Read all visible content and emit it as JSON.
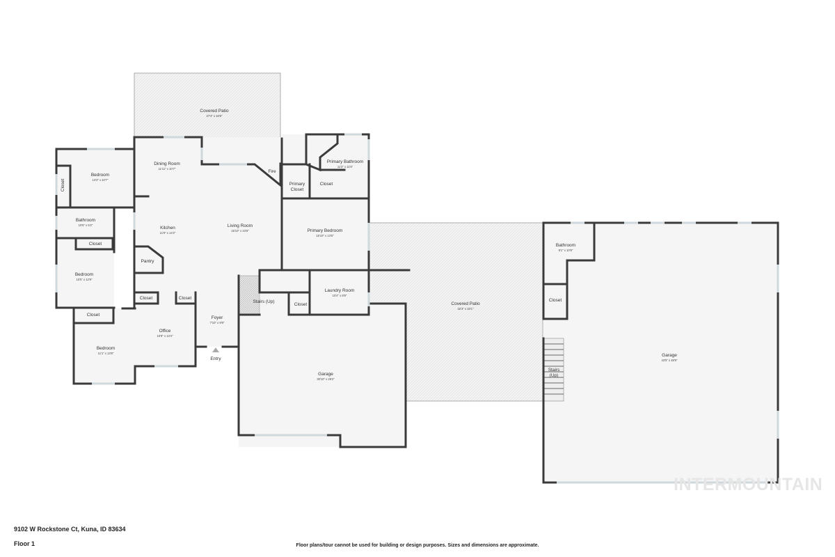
{
  "address": "9102 W Rockstone Ct, Kuna, ID 83634",
  "floor_label": "Floor 1",
  "disclaimer": "Floor plans/tour cannot be used for building or design purposes. Sizes and dimensions are approximate.",
  "watermark": "INTERMOUNTAIN",
  "rooms": {
    "covered_patio_top": {
      "name": "Covered Patio",
      "dim": "27'4\" x 16'8\""
    },
    "bedroom_1": {
      "name": "Bedroom",
      "dim": "14'3\" x 10'7\""
    },
    "closet_1": {
      "name": "Closet"
    },
    "dining_room": {
      "name": "Dining Room",
      "dim": "11'11\" x 10'7\""
    },
    "fire": {
      "name": "Fire"
    },
    "primary_bathroom": {
      "name": "Primary Bathroom",
      "dim": "11'3\" x 11'5\""
    },
    "primary_closet": {
      "name": "Primary Closet"
    },
    "closet_2": {
      "name": "Closet"
    },
    "bathroom_1": {
      "name": "Bathroom",
      "dim": "10'5\" x 5'2\""
    },
    "kitchen": {
      "name": "Kitchen",
      "dim": "11'0\" x 14'2\""
    },
    "living_room": {
      "name": "Living Room",
      "dim": "15'10\" x 23'6\""
    },
    "primary_bedroom": {
      "name": "Primary Bedroom",
      "dim": "15'10\" x 13'5\""
    },
    "closet_3": {
      "name": "Closet"
    },
    "bedroom_2": {
      "name": "Bedroom",
      "dim": "10'5\" x 12'9\""
    },
    "pantry": {
      "name": "Pantry"
    },
    "stairs_up_1": {
      "name": "Stairs (Up)"
    },
    "closet_4": {
      "name": "Closet"
    },
    "laundry_room": {
      "name": "Laundry Room",
      "dim": "10'4\" x 8'9\""
    },
    "closet_5": {
      "name": "Closet"
    },
    "closet_6": {
      "name": "Closet"
    },
    "closet_7": {
      "name": "Closet"
    },
    "office": {
      "name": "Office",
      "dim": "10'9\" x 13'4\""
    },
    "foyer": {
      "name": "Foyer",
      "dim": "7'10\" x 9'9\""
    },
    "entry": {
      "name": "Entry"
    },
    "bedroom_3": {
      "name": "Bedroom",
      "dim": "11'1\" x 13'8\""
    },
    "garage_1": {
      "name": "Garage",
      "dim": "30'10\" x 26'2\""
    },
    "covered_patio_mid": {
      "name": "Covered Patio",
      "dim": "32'3\" x 33'1\""
    },
    "bathroom_2": {
      "name": "Bathroom",
      "dim": "9'1\" x 10'9\""
    },
    "closet_8": {
      "name": "Closet"
    },
    "stairs_up_2": {
      "name": "Stairs (Up)"
    },
    "garage_2": {
      "name": "Garage",
      "dim": "43'5\" x 48'9\""
    }
  }
}
